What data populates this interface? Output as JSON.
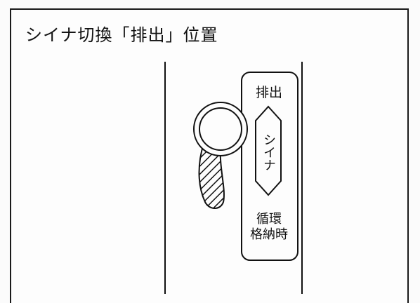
{
  "title": "シイナ切換「排出」位置",
  "plate": {
    "top_label": "排出",
    "center_label": "シイナ",
    "bottom_label_line1": "循環",
    "bottom_label_line2": "格納時"
  },
  "colors": {
    "line": "#111111",
    "background": "#fdfdfd"
  }
}
